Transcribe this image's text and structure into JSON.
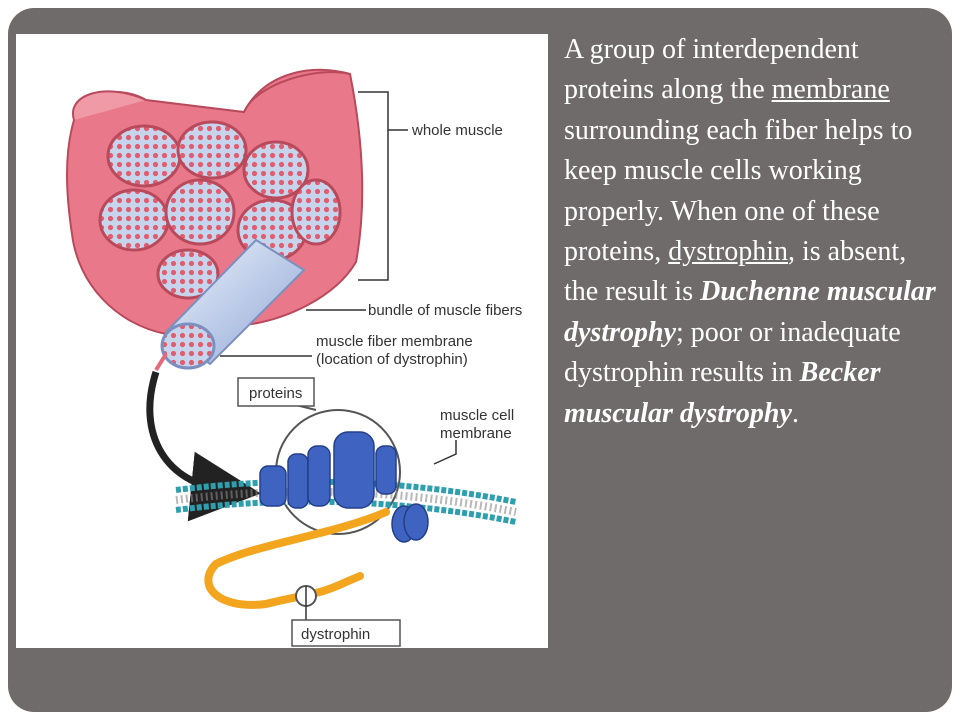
{
  "diagram": {
    "labels": {
      "whole_muscle": "whole muscle",
      "bundle": "bundle of muscle fibers",
      "membrane_line1": "muscle fiber membrane",
      "membrane_line2": "(location of dystrophin)",
      "proteins": "proteins",
      "cell_membrane_line1": "muscle cell",
      "cell_membrane_line2": "membrane",
      "dystrophin": "dystrophin"
    },
    "colors": {
      "frame": "#6f6b6a",
      "muscle_pink": "#e46a7b",
      "fascicle_blue": "#b6c7e4",
      "protein_blue": "#3f63c0",
      "membrane_teal": "#2d9fae",
      "dystrophin_orange": "#f2a51d"
    }
  },
  "text": {
    "p1": "A group of interdependent proteins along the ",
    "membrane": "membrane",
    "p2": " surrounding each fiber helps to keep muscle cells working properly. When one of these proteins, ",
    "dystrophin": "dystrophin",
    "p3": ", is absent, the result is ",
    "duchenne": "Duchenne muscular dystrophy",
    "p4": "; poor or inadequate dystrophin results in ",
    "becker": "Becker muscular dystrophy",
    "p5": "."
  }
}
